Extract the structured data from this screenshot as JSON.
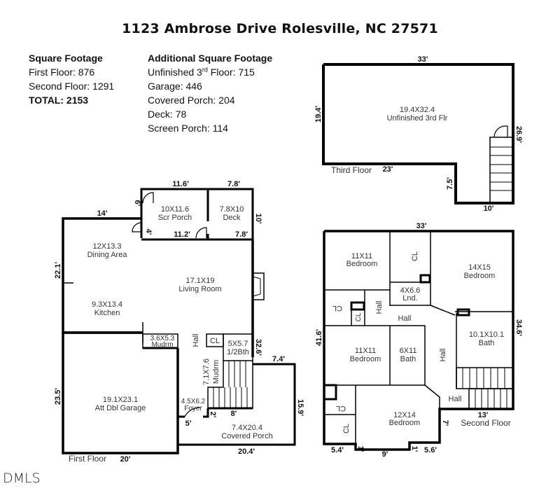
{
  "title": "1123 Ambrose Drive Rolesville, NC 27571",
  "square_footage": {
    "heading": "Square Footage",
    "first_floor": "First Floor: 876",
    "second_floor": "Second Floor: 1291",
    "total": "TOTAL: 2153"
  },
  "additional_square_footage": {
    "heading": "Additional Square Footage",
    "unfinished_3rd_prefix": "Unfinished 3",
    "unfinished_3rd_sup": "rd",
    "unfinished_3rd_suffix": " Floor: 715",
    "garage": "Garage: 446",
    "covered_porch": "Covered Porch: 204",
    "deck": "Deck: 78",
    "screen_porch": "Screen Porch: 114"
  },
  "third_floor": {
    "label": "Third Floor",
    "room_dims": "19.4X32.4",
    "room_name": "Unfinished 3rd Flr",
    "dims": {
      "top": "33'",
      "left": "19.4'",
      "right": "26.9'",
      "bottom_left": "23'",
      "step": "7.5'",
      "bottom": "10'"
    }
  },
  "first_floor": {
    "label": "First Floor",
    "rooms": {
      "scr_porch": {
        "dims": "10X11.6",
        "name": "Scr Porch"
      },
      "deck": {
        "dims": "7.8X10",
        "name": "Deck"
      },
      "dining": {
        "dims": "12X13.3",
        "name": "Dining Area"
      },
      "living": {
        "dims": "17.1X19",
        "name": "Living Room"
      },
      "kitchen": {
        "dims": "9.3X13.4",
        "name": "Kitchen"
      },
      "mudrm1": {
        "dims": "3.6X5.3",
        "name": "Mudrm"
      },
      "hall": {
        "name": "Hall"
      },
      "cl": {
        "name": "CL"
      },
      "half_bath": {
        "dims": "5X5.7",
        "name": "1/2Bth"
      },
      "mudrm2": {
        "dims": "7.1X7.6",
        "name": "Mudrm"
      },
      "garage": {
        "dims": "19.1X23.1",
        "name": "Att Dbl Garage"
      },
      "foyer": {
        "dims": "4.5X6.2",
        "name": "Foyer"
      },
      "covered_porch": {
        "dims": "7.4X20.4",
        "name": "Covered Porch"
      }
    },
    "dims": {
      "scr_top": "11.6'",
      "deck_top": "7.8'",
      "scr_left": "6'",
      "dining_top": "14'",
      "door_4": "4'",
      "scr_bottom": "11.2'",
      "deck_bottom": "7.8'",
      "deck_right": "10'",
      "left": "22.1'",
      "right": "32.6'",
      "porch_top": "7.4'",
      "porch_right": "15.9'",
      "garage_left": "23.5'",
      "foyer_2": "2'",
      "stair_8": "8'",
      "foyer_5": "5'",
      "garage_bottom": "20'",
      "porch_bottom": "20.4'"
    }
  },
  "second_floor": {
    "label": "Second Floor",
    "rooms": {
      "bed1": {
        "dims": "11X11",
        "name": "Bedroom"
      },
      "cl_top": {
        "name": "CL"
      },
      "master": {
        "dims": "14X15",
        "name": "Bedroom"
      },
      "lnd": {
        "dims": "4X6.6",
        "name": "Lnd."
      },
      "cl_left": {
        "name": "CL"
      },
      "cl_small": {
        "name": "CL"
      },
      "hall_v": {
        "name": "Hall"
      },
      "hall_h": {
        "name": "Hall"
      },
      "master_bath": {
        "dims": "10.1X10.1",
        "name": "Bath"
      },
      "bed2": {
        "dims": "11X11",
        "name": "Bedroom"
      },
      "bath2": {
        "dims": "6X11",
        "name": "Bath"
      },
      "hall_v2": {
        "name": "Hall"
      },
      "hall_stair": {
        "name": "Hall"
      },
      "cl_b1": {
        "name": "CL"
      },
      "cl_b2": {
        "name": "CL"
      },
      "bed3": {
        "dims": "12X14",
        "name": "Bedroom"
      }
    },
    "dims": {
      "top": "33'",
      "left": "41.6'",
      "right": "34.6'",
      "bottom_right": "13'",
      "notch": "7'",
      "b1": "5.4'",
      "b2": "1'",
      "b3": "9'",
      "b4": "1'",
      "b5": "5.6'"
    }
  },
  "watermark": "DMLS"
}
